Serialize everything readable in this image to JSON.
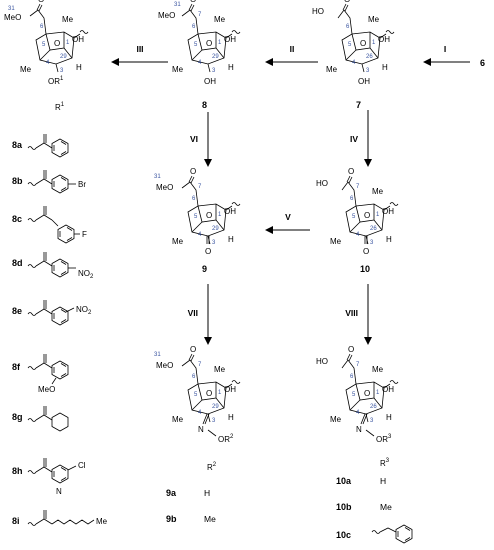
{
  "compounds": {
    "c6": "6",
    "c7": "7",
    "c8": "8",
    "c9": "9",
    "c10": "10"
  },
  "steps": {
    "I": "I",
    "II": "II",
    "III": "III",
    "IV": "IV",
    "V": "V",
    "VI": "VI",
    "VII": "VII",
    "VIII": "VIII"
  },
  "groups": {
    "r1": "R",
    "r1_sup": "1",
    "r2": "R",
    "r2_sup": "2",
    "r3": "R",
    "r3_sup": "3",
    "or1": "OR",
    "or1_sup": "1",
    "or2": "OR",
    "or2_sup": "2",
    "or3": "OR",
    "or3_sup": "3",
    "meo": "MeO",
    "ho": "HO",
    "me": "Me",
    "oh": "OH",
    "h": "H",
    "o": "O",
    "n": "N",
    "br": "Br",
    "f": "F",
    "no2": "NO",
    "no2_sub": "2",
    "cl": "Cl"
  },
  "atom_numbers": [
    "31",
    "7",
    "6",
    "5",
    "4",
    "3",
    "1",
    "29",
    "26"
  ],
  "derivatives_8": [
    "8a",
    "8b",
    "8c",
    "8d",
    "8e",
    "8f",
    "8g",
    "8h",
    "8i"
  ],
  "derivatives_9": [
    {
      "id": "9a",
      "r": "H"
    },
    {
      "id": "9b",
      "r": "Me"
    }
  ],
  "derivatives_10": [
    {
      "id": "10a",
      "r": "H"
    },
    {
      "id": "10b",
      "r": "Me"
    },
    {
      "id": "10c",
      "r": ""
    }
  ]
}
